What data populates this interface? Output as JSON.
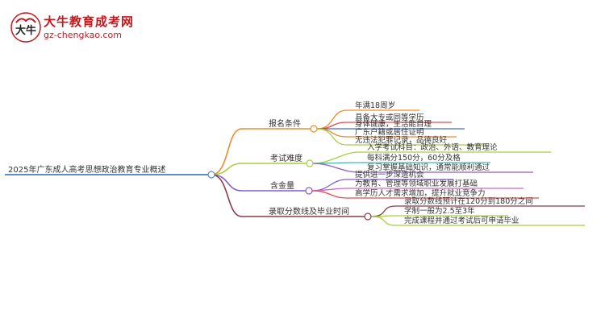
{
  "logo": {
    "title": "大牛教育成考网",
    "url": "gz-chengkao.com",
    "mark_text": "大牛"
  },
  "root": {
    "label": "2025年广东成人高考思想政治教育专业概述",
    "color": "#5b8ec9"
  },
  "branches": [
    {
      "label": "报名条件",
      "color": "#f28a2b",
      "children": [
        {
          "label": "年满18周岁",
          "color": "#f28a2b"
        },
        {
          "label": "具备大专或同等学历",
          "color": "#e8494d"
        },
        {
          "label": "身体健康，生活能自理",
          "color": "#3c6fc7"
        },
        {
          "label": "广东户籍或居住证明",
          "color": "#ef8b2c"
        },
        {
          "label": "无违法犯罪记录，品德良好",
          "color": "#a6cf3e"
        }
      ]
    },
    {
      "label": "考试难度",
      "color": "#a6cf3e",
      "children": [
        {
          "label": "入学考试科目：政治、外语、教育理论",
          "color": "#a6cf3e"
        },
        {
          "label": "每科满分150分，60分及格",
          "color": "#43b7a6"
        },
        {
          "label": "复习掌握基础知识，通常能顺利通过",
          "color": "#8f5cc8"
        }
      ]
    },
    {
      "label": "含金量",
      "color": "#8a5cc8",
      "children": [
        {
          "label": "提供进一步深造机会",
          "color": "#8a5cc8"
        },
        {
          "label": "为教育、管理等领域职业发展打基础",
          "color": "#d466c5"
        },
        {
          "label": "高学历人才需求增加，提升就业竞争力",
          "color": "#e8494d"
        }
      ]
    },
    {
      "label": "录取分数线及毕业时间",
      "color": "#8b3b4b",
      "children": [
        {
          "label": "录取分数线预计在120分到180分之间",
          "color": "#8b3b4b"
        },
        {
          "label": "学制一般为2.5至3年",
          "color": "#a6cf3e"
        },
        {
          "label": "完成课程并通过考试后可申请毕业",
          "color": "#a6cf3e"
        }
      ]
    }
  ]
}
